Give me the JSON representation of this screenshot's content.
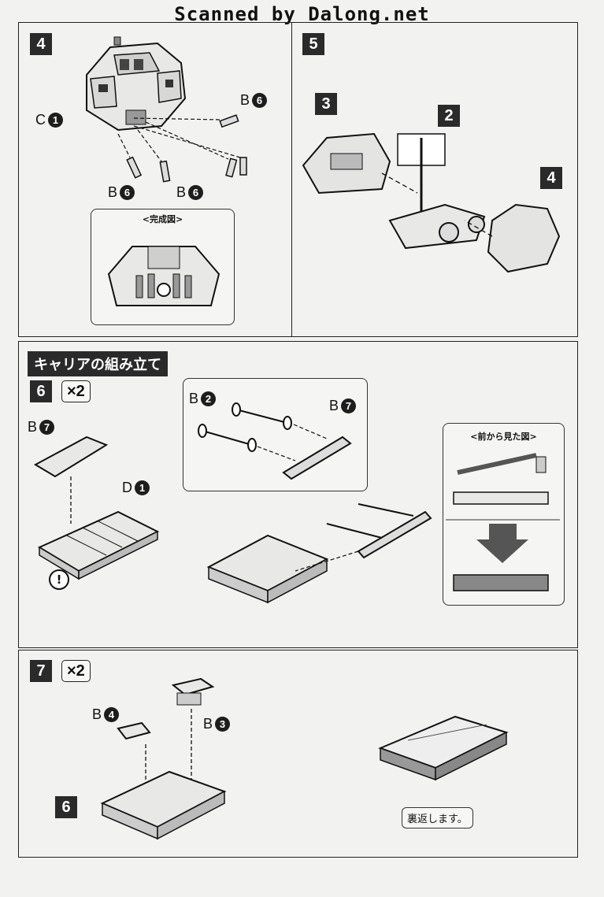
{
  "header": {
    "scan_credit": "Scanned by Dalong.net"
  },
  "steps": {
    "s4": {
      "num": "4",
      "callouts": {
        "c1_letter": "C",
        "c1_num": "1",
        "b6a_letter": "B",
        "b6a_num": "6",
        "b6b_letter": "B",
        "b6b_num": "6",
        "b6c_letter": "B",
        "b6c_num": "6"
      },
      "inset_title": "<完成図>"
    },
    "s5": {
      "num": "5",
      "parts": {
        "p3": "3",
        "p2": "2",
        "p4": "4"
      }
    },
    "carrier_section": {
      "title": "キャリアの組み立て"
    },
    "s6": {
      "num": "6",
      "multiplier": "×2",
      "callouts": {
        "b7a_letter": "B",
        "b7a_num": "7",
        "d1_letter": "D",
        "d1_num": "1",
        "b2_letter": "B",
        "b2_num": "2",
        "b7b_letter": "B",
        "b7b_num": "7",
        "caution": "!"
      },
      "inset_title": "<前から見た図>"
    },
    "s7": {
      "num": "7",
      "multiplier": "×2",
      "callouts": {
        "b4_letter": "B",
        "b4_num": "4",
        "b3_letter": "B",
        "b3_num": "3",
        "ref6": "6"
      },
      "note": "裏返します。"
    }
  }
}
